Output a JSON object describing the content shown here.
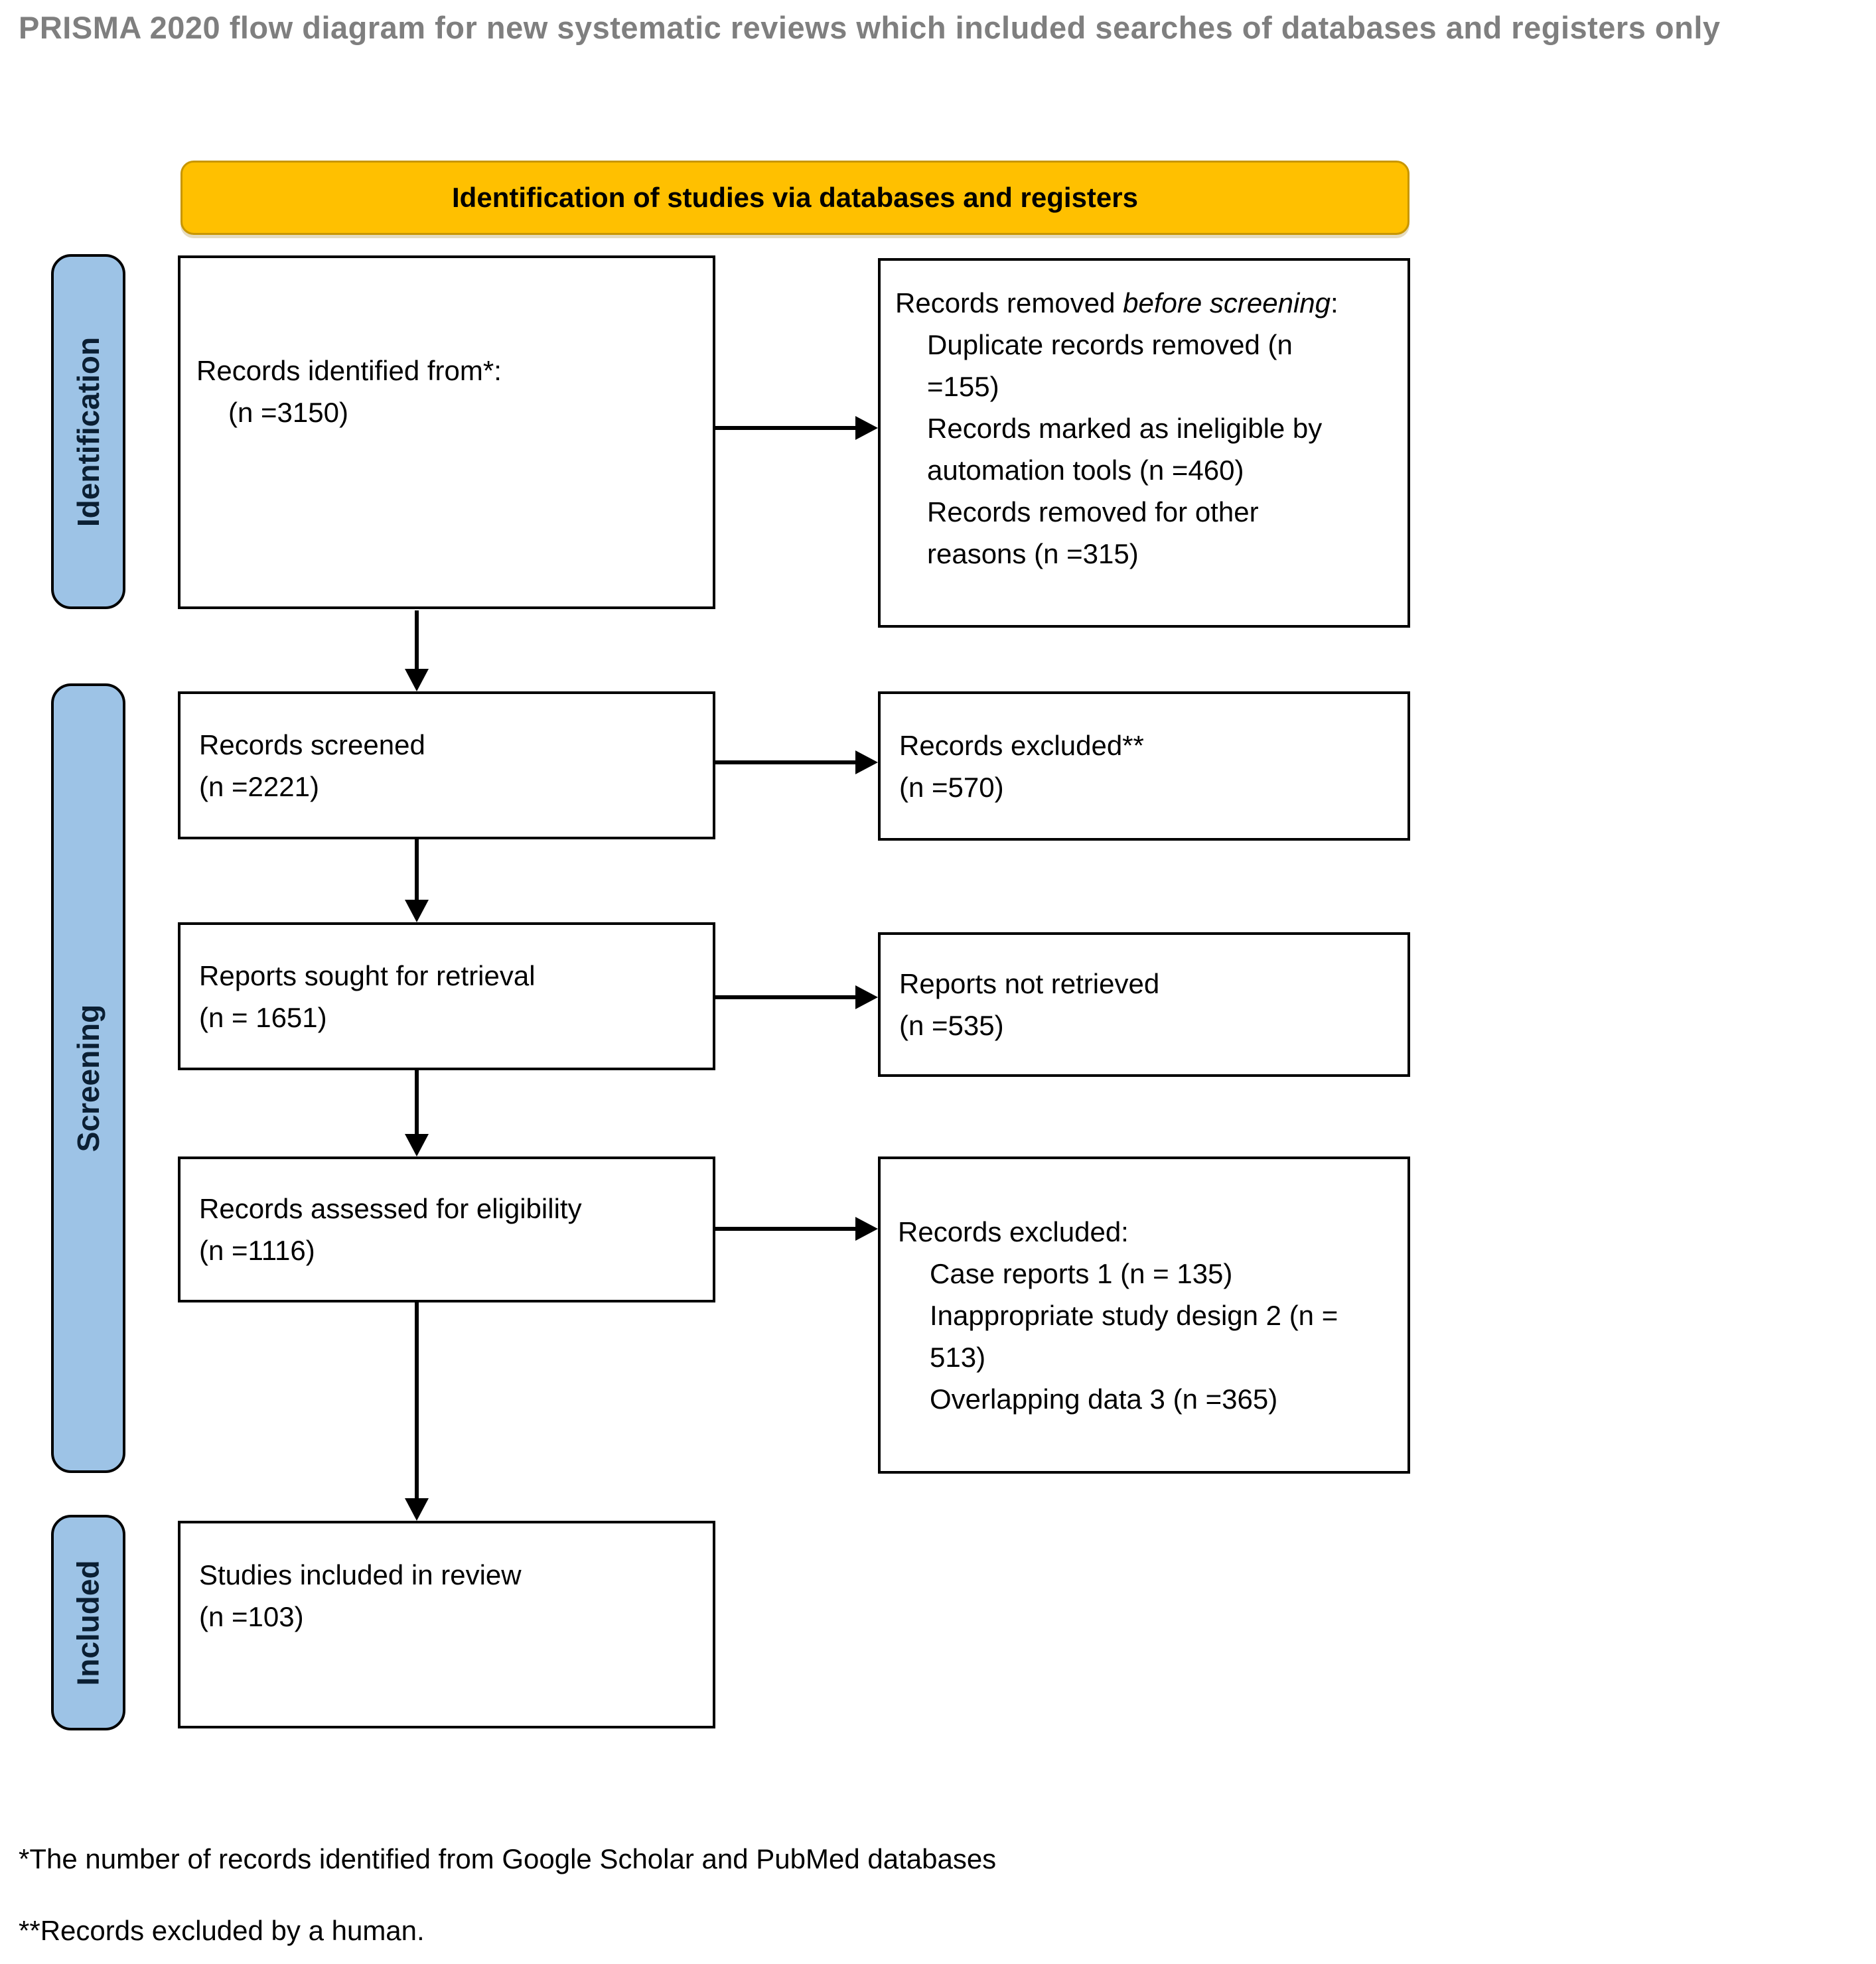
{
  "page_title": "PRISMA 2020 flow diagram for new systematic reviews which included searches of databases and registers only",
  "header": {
    "label": "Identification of studies via databases and registers"
  },
  "sidebars": [
    {
      "label": "Identification"
    },
    {
      "label": "Screening"
    },
    {
      "label": "Included"
    }
  ],
  "flow": {
    "identified": {
      "line1": "Records identified from*:",
      "line2": "(n =3150)"
    },
    "removed": {
      "intro_prefix": "Records removed ",
      "intro_italic": "before screening",
      "intro_suffix": ":",
      "items": [
        "Duplicate records removed (n =155)",
        "Records marked as ineligible by automation tools (n =460)",
        "Records removed for other reasons (n =315)"
      ]
    },
    "screened": {
      "line1": "Records screened",
      "line2": "(n =2221)"
    },
    "excluded_screening": {
      "line1": "Records excluded**",
      "line2": "(n =570)"
    },
    "sought": {
      "line1": "Reports sought for retrieval",
      "line2": "(n = 1651)"
    },
    "not_retrieved": {
      "line1": "Reports not retrieved",
      "line2": "(n =535)"
    },
    "assessed": {
      "line1": "Records assessed for eligibility",
      "line2": "(n =1116)"
    },
    "excluded_eligibility": {
      "intro": "Records excluded:",
      "items": [
        "Case reports 1 (n = 135)",
        "Inappropriate study design 2 (n = 513)",
        "Overlapping data 3 (n =365)"
      ]
    },
    "included": {
      "line1": "Studies included in review",
      "line2": "(n =103)"
    }
  },
  "footnotes": [
    "*The number of records identified from Google Scholar and PubMed databases",
    "**Records excluded by a human."
  ],
  "colors": {
    "header_bg": "#FFC000",
    "sidebar_bg": "#9DC3E6",
    "title_text": "#7F7F7F"
  }
}
